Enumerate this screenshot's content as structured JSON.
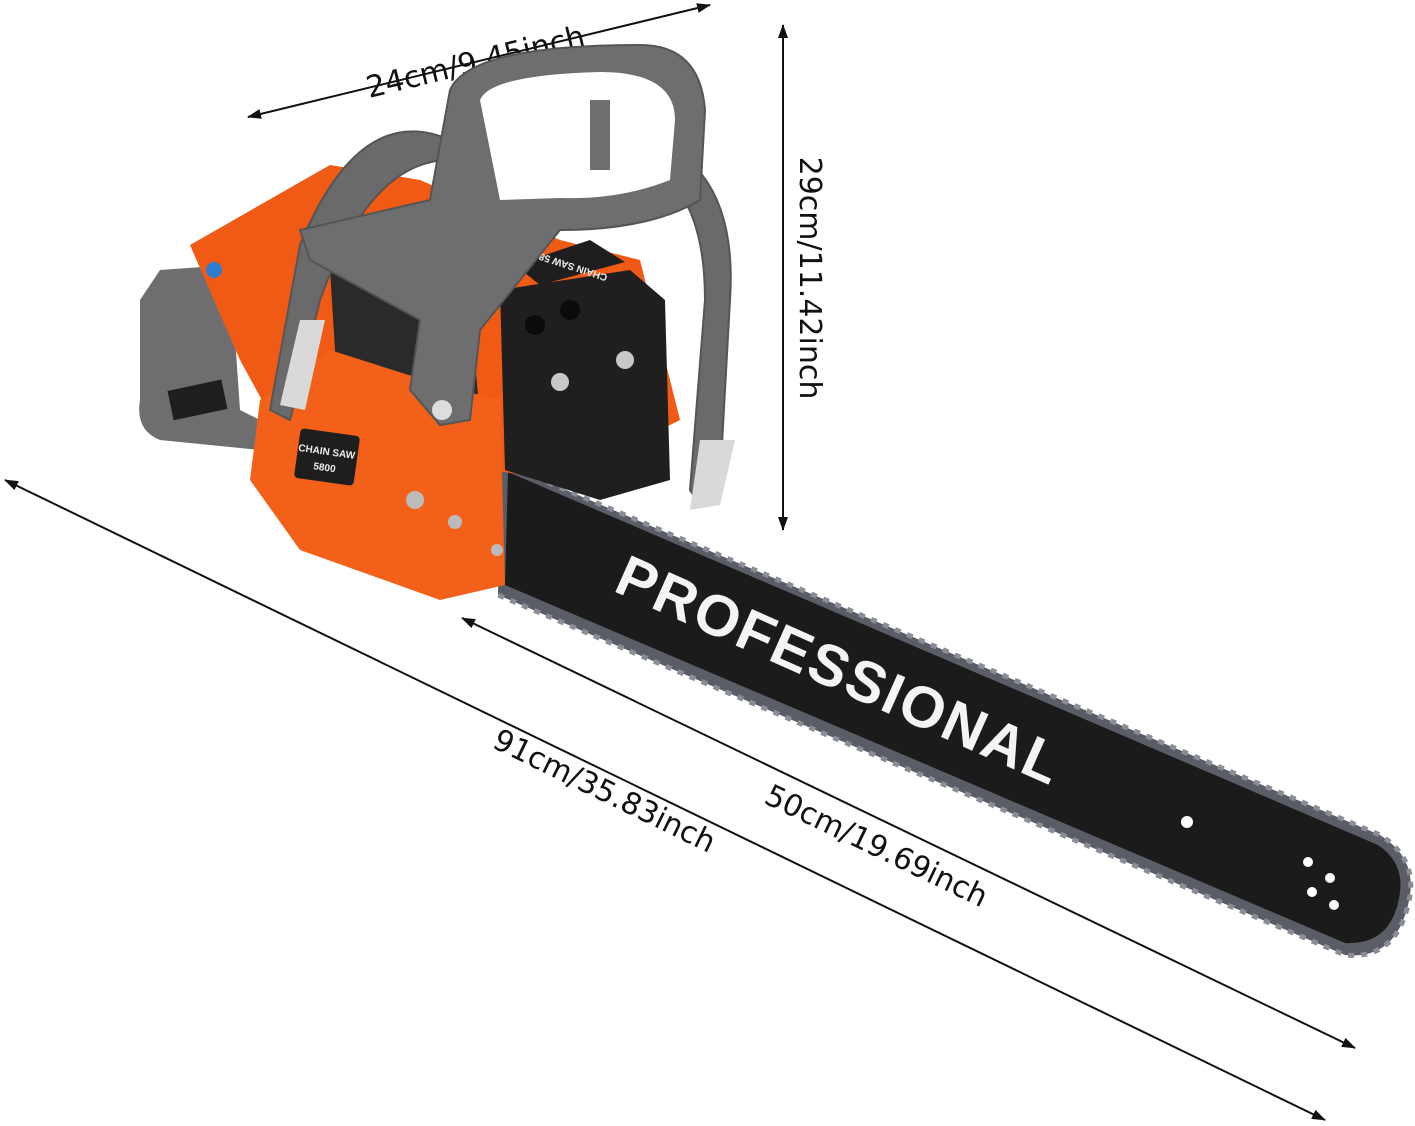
{
  "product": {
    "bar_text": "PROFESSIONAL",
    "body_label_line1": "CHAIN SAW",
    "body_label_line2": "5800",
    "top_label": "CHAIN SAW 5800",
    "colors": {
      "body": "#f05a14",
      "handle": "#6e6e70",
      "bar": "#1c1b1c"
    }
  },
  "dimensions": {
    "width": "24cm/9.45inch",
    "height": "29cm/11.42inch",
    "total_length": "91cm/35.83inch",
    "bar_length": "50cm/19.69inch"
  }
}
